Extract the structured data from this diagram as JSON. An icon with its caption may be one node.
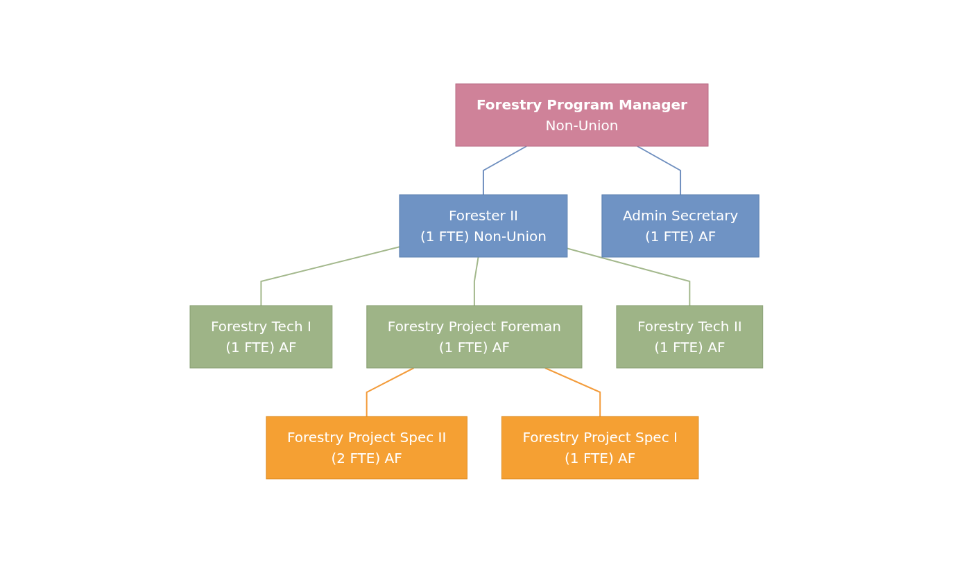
{
  "diagram": {
    "nodes": [
      {
        "text": [
          "Forestry Program Manager",
          "Non-Union"
        ]
      },
      {
        "text": [
          "Forester II",
          "(1 FTE) Non-Union"
        ]
      },
      {
        "text": [
          "Admin Secretary",
          "(1 FTE) AF"
        ]
      },
      {
        "text": [
          "Forestry Tech I",
          "(1 FTE) AF"
        ]
      },
      {
        "text": [
          "Forestry Project Foreman",
          "(1 FTE) AF"
        ]
      },
      {
        "text": [
          "Forestry Tech II",
          "(1 FTE) AF"
        ]
      },
      {
        "text": [
          "Forestry Project Spec II",
          "(2 FTE) AF"
        ]
      },
      {
        "text": [
          "Forestry Project Spec I",
          "(1 FTE) AF"
        ]
      }
    ],
    "edges": [
      {
        "from": 0,
        "to": 1,
        "arrow": "none",
        "color": "#6f8fbf"
      },
      {
        "from": 0,
        "to": 2,
        "arrow": "none",
        "color": "#6f8fbf"
      },
      {
        "from": 1,
        "to": 3,
        "arrow": "none",
        "color": "#a3b88c"
      },
      {
        "from": 1,
        "to": 4,
        "arrow": "none",
        "color": "#a3b88c"
      },
      {
        "from": 1,
        "to": 5,
        "arrow": "none",
        "color": "#a3b88c"
      },
      {
        "from": 4,
        "to": 6,
        "arrow": "none",
        "color": "#f39c3c"
      },
      {
        "from": 4,
        "to": 7,
        "arrow": "none",
        "color": "#f39c3c"
      }
    ]
  }
}
